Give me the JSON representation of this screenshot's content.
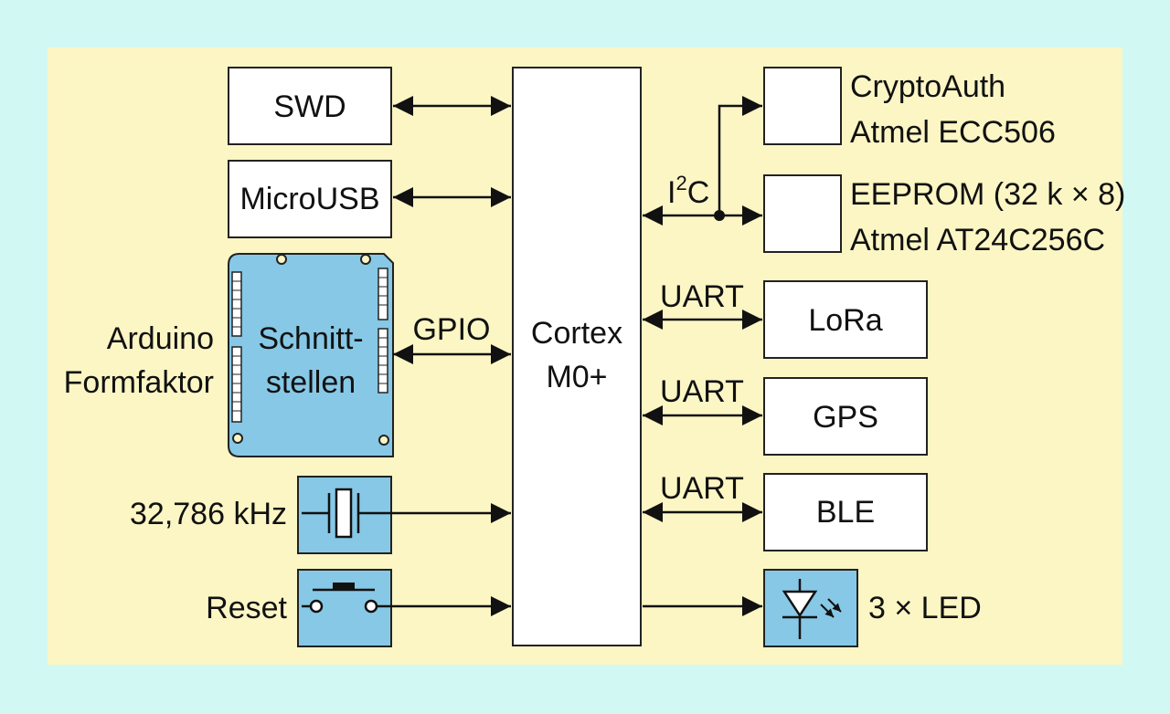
{
  "colors": {
    "background": "#d2f8f4",
    "panel": "#fbf6c4",
    "block": "#ffffff",
    "highlight": "#86c8e6",
    "line": "#111111"
  },
  "blocks": {
    "swd": "SWD",
    "microusb": "MicroUSB",
    "cpu_line1": "Cortex",
    "cpu_line2": "M0+",
    "lora": "LoRa",
    "gps": "GPS",
    "ble": "BLE"
  },
  "labels": {
    "crypto_line1": "CryptoAuth",
    "crypto_line2": "Atmel ECC506",
    "eeprom_line1": "EEPROM (32 k × 8)",
    "eeprom_line2": "Atmel AT24C256C",
    "i2c_base": "I",
    "i2c_sup": "2",
    "i2c_tail": "C",
    "uart_lora": "UART",
    "uart_gps": "UART",
    "uart_ble": "UART",
    "gpio": "GPIO",
    "schnitt_line1": "Schnitt-",
    "schnitt_line2": "stellen",
    "arduino_line1": "Arduino",
    "arduino_line2": "Formfaktor",
    "crystal": "32,786 kHz",
    "reset": "Reset",
    "led": "3 × LED"
  },
  "icons": {
    "arduino_board": "arduino-shield-icon",
    "crystal": "quartz-crystal-icon",
    "reset": "push-button-icon",
    "led": "led-icon"
  }
}
